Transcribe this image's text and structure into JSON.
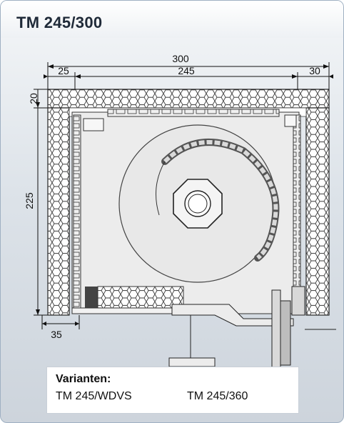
{
  "title": "TM 245/300",
  "dimensions": {
    "total_width": "300",
    "left_offset": "25",
    "inner_width": "245",
    "right_offset": "30",
    "top_thickness": "20",
    "height": "225",
    "bottom_offset": "35"
  },
  "variants": {
    "heading": "Varianten:",
    "items": [
      "TM 245/WDVS",
      "TM 245/360"
    ]
  },
  "colors": {
    "insulation_fill": "#ffffff",
    "hex_stroke": "#3a3a3a",
    "drum": "#e8e8e8",
    "background": "#dde3e9"
  }
}
